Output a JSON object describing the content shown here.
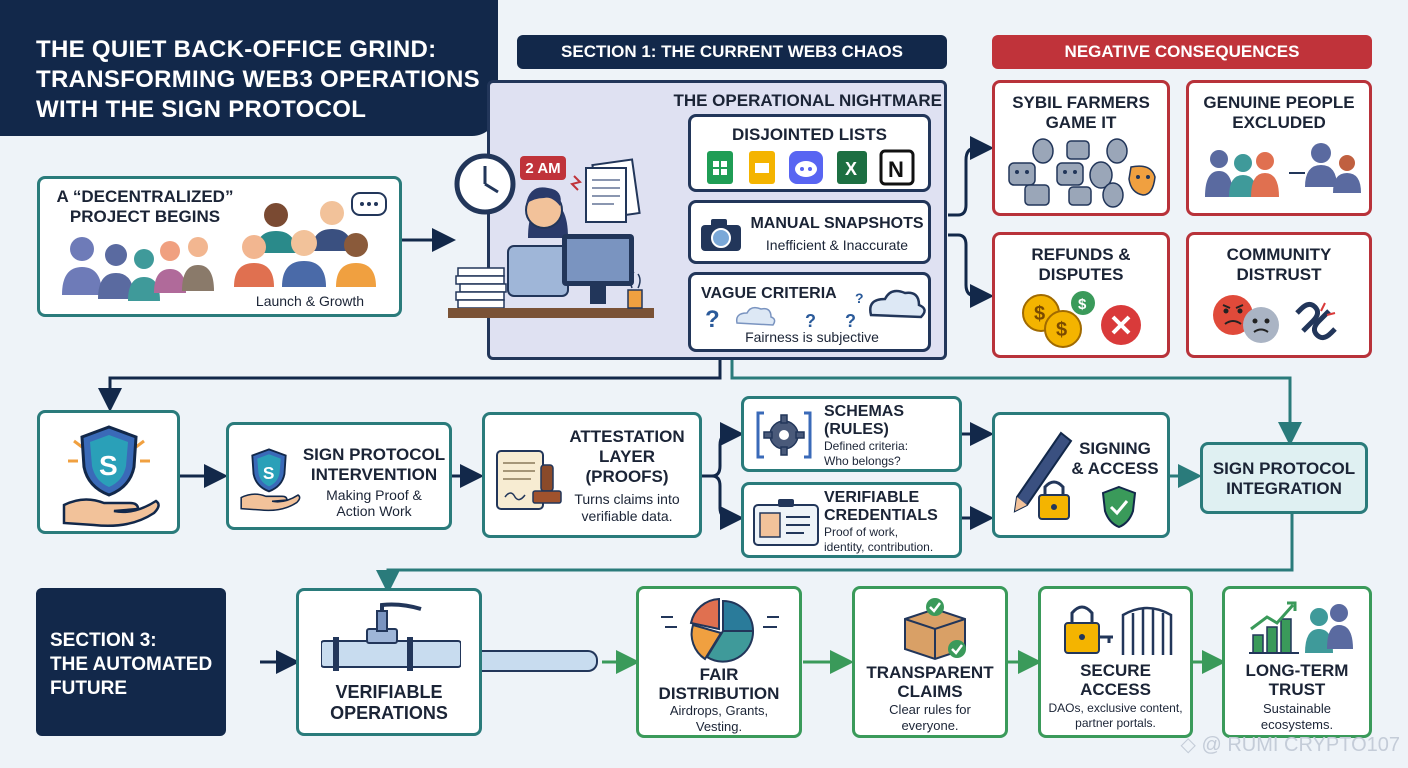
{
  "title": {
    "line1": "THE QUIET BACK-OFFICE GRIND:",
    "line2": "TRANSFORMING WEB3 OPERATIONS",
    "line3": "WITH THE SIGN PROTOCOL"
  },
  "section1": {
    "header": "SECTION 1: THE CURRENT WEB3 CHAOS",
    "panel_title": "THE OPERATIONAL NIGHTMARE",
    "clock_badge": "2 AM",
    "lists": {
      "title": "DISJOINTED LISTS"
    },
    "snapshots": {
      "title": "MANUAL SNAPSHOTS",
      "sub": "Inefficient & Inaccurate"
    },
    "criteria": {
      "title": "VAGUE CRITERIA",
      "sub": "Fairness is subjective"
    }
  },
  "project": {
    "title_l1": "A “DECENTRALIZED”",
    "title_l2": "PROJECT BEGINS",
    "sub": "Launch & Growth"
  },
  "negative": {
    "header": "NEGATIVE CONSEQUENCES",
    "sybil": {
      "l1": "SYBIL FARMERS",
      "l2": "GAME IT"
    },
    "excluded": {
      "l1": "GENUINE PEOPLE",
      "l2": "EXCLUDED"
    },
    "refunds": {
      "l1": "REFUNDS &",
      "l2": "DISPUTES"
    },
    "distrust": {
      "l1": "COMMUNITY",
      "l2": "DISTRUST"
    }
  },
  "section2": {
    "intervention": {
      "l1": "SIGN PROTOCOL",
      "l2": "INTERVENTION",
      "s1": "Making Proof &",
      "s2": "Action Work"
    },
    "attestation": {
      "l1": "ATTESTATION",
      "l2": "LAYER",
      "l3": "(PROOFS)",
      "s1": "Turns claims into",
      "s2": "verifiable data."
    },
    "schemas": {
      "l1": "SCHEMAS",
      "l2": "(RULES)",
      "s1": "Defined criteria:",
      "s2": "Who belongs?"
    },
    "credentials": {
      "l1": "VERIFIABLE",
      "l2": "CREDENTIALS",
      "s1": "Proof of work,",
      "s2": "identity, contribution."
    },
    "signing": {
      "l1": "SIGNING",
      "l2": "& ACCESS"
    },
    "integration": {
      "l1": "SIGN PROTOCOL",
      "l2": "INTEGRATION"
    }
  },
  "section3": {
    "header_l1": "SECTION 3:",
    "header_l2": "THE AUTOMATED",
    "header_l3": "FUTURE",
    "ops": {
      "l1": "VERIFIABLE",
      "l2": "OPERATIONS"
    },
    "fair": {
      "l1": "FAIR",
      "l2": "DISTRIBUTION",
      "s1": "Airdrops, Grants,",
      "s2": "Vesting."
    },
    "claims": {
      "l1": "TRANSPARENT",
      "l2": "CLAIMS",
      "s1": "Clear rules for",
      "s2": "everyone."
    },
    "access": {
      "l1": "SECURE",
      "l2": "ACCESS",
      "s1": "DAOs, exclusive content,",
      "s2": "partner portals."
    },
    "trust": {
      "l1": "LONG-TERM",
      "l2": "TRUST",
      "s1": "Sustainable",
      "s2": "ecosystems."
    }
  },
  "watermark": "◇ @ RUMI CRYPTO107",
  "colors": {
    "navy": "#12284a",
    "teal": "#2a7b7b",
    "green": "#3a9a5a",
    "red": "#b8323a",
    "panel": "#dfe1f2"
  }
}
